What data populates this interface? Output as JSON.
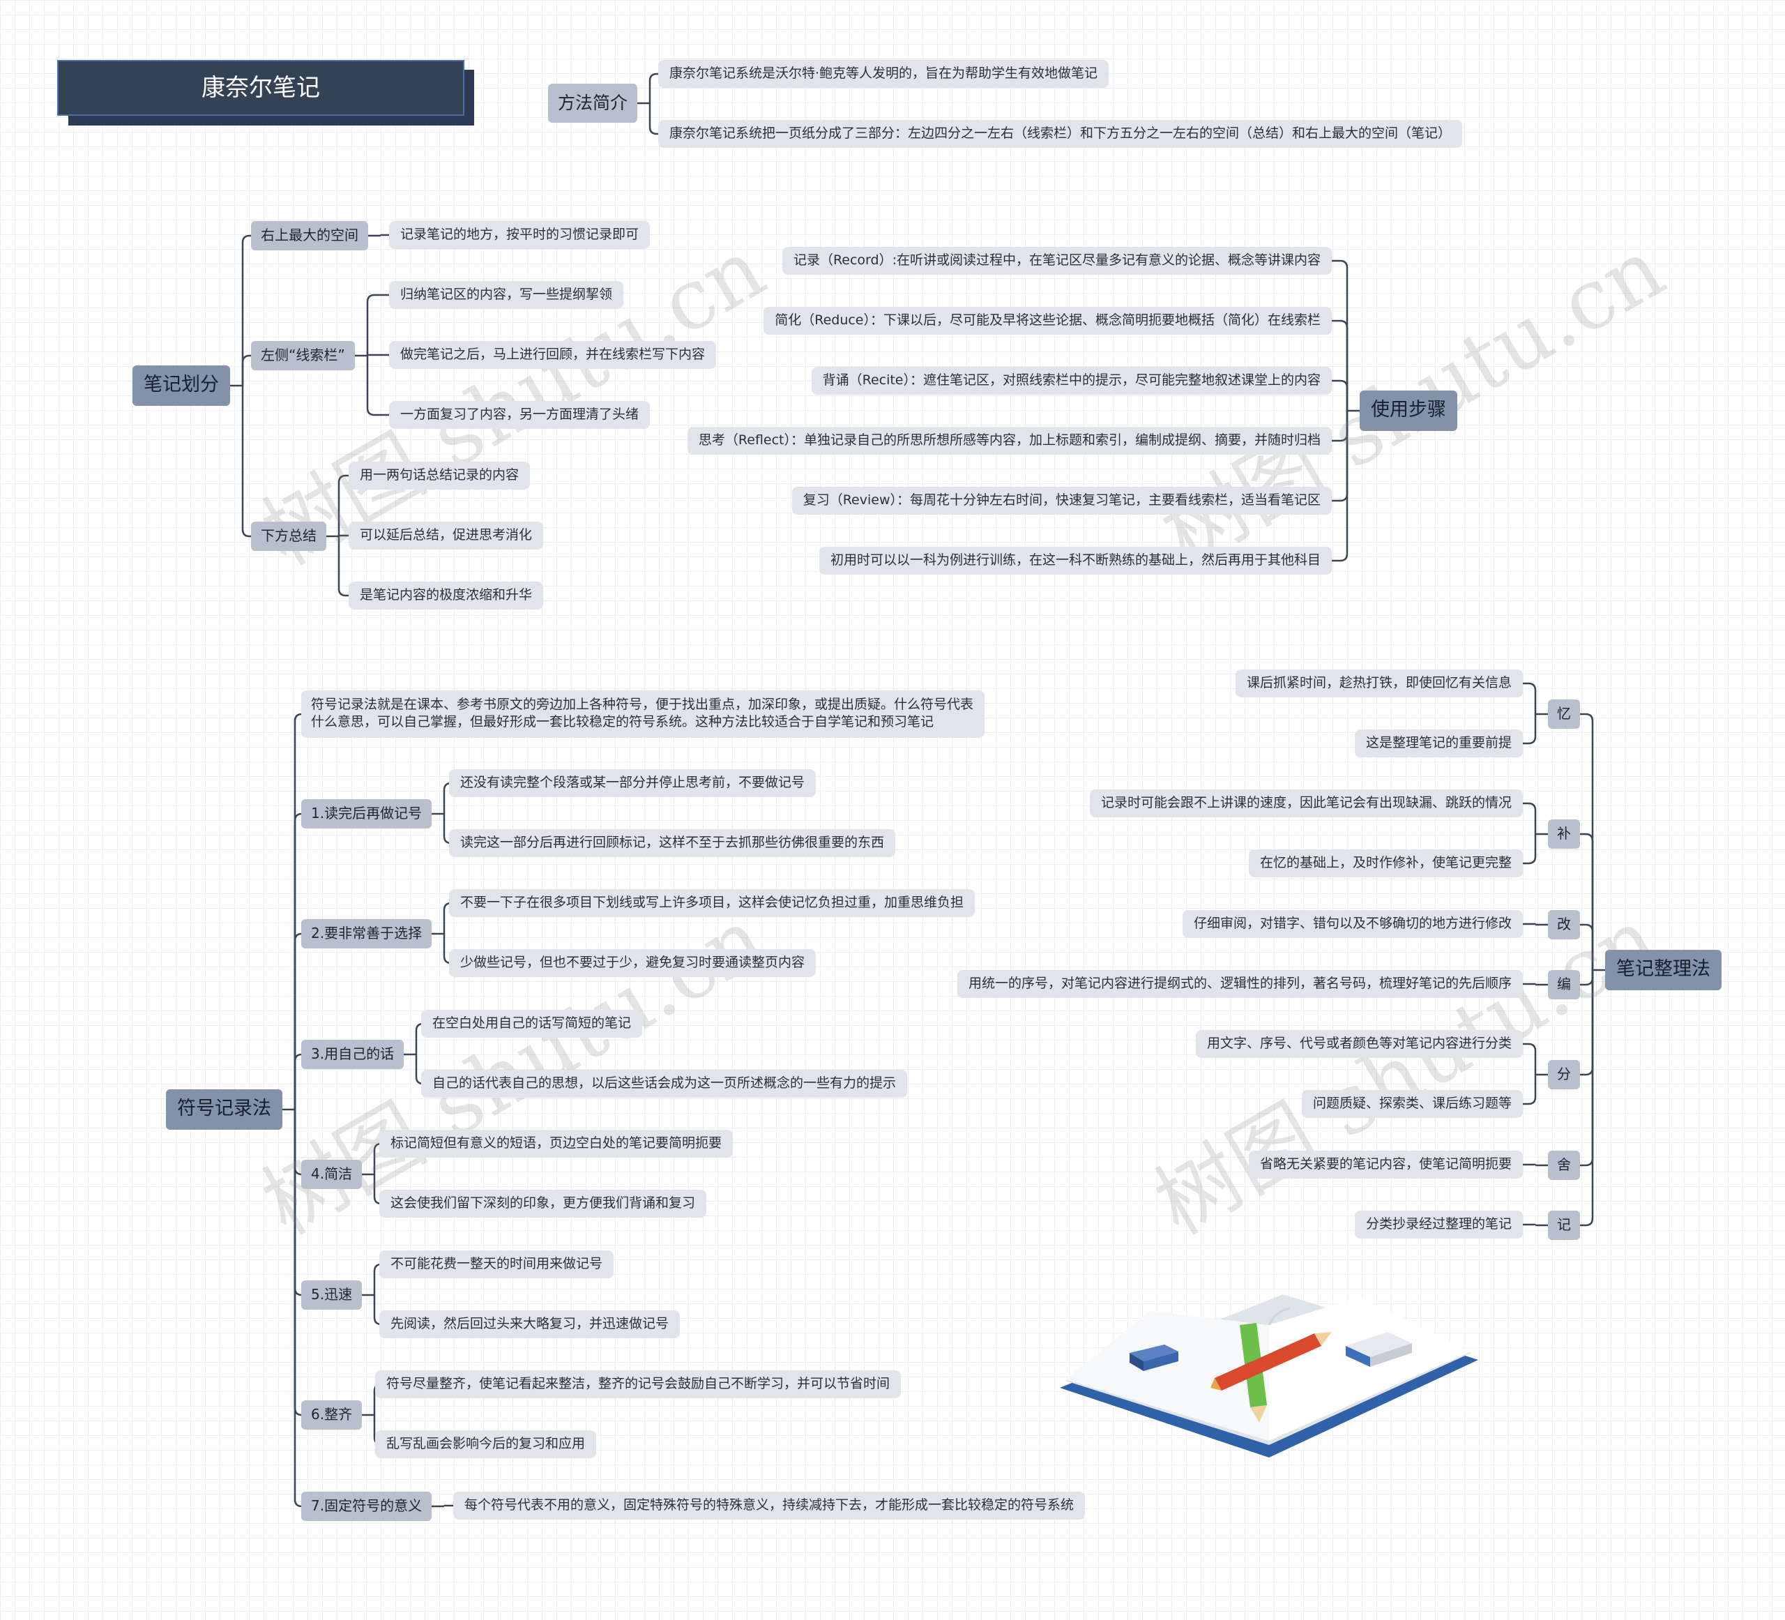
{
  "title": "康奈尔笔记",
  "watermark": "树图 shutu.cn",
  "intro": {
    "label": "方法简介",
    "items": [
      "康奈尔笔记系统是沃尔特·鲍克等人发明的，旨在为帮助学生有效地做笔记",
      "康奈尔笔记系统把一页纸分成了三部分：左边四分之一左右（线索栏）和下方五分之一左右的空间（总结）和右上最大的空间（笔记）"
    ]
  },
  "division": {
    "label": "笔记划分",
    "groups": [
      {
        "label": "右上最大的空间",
        "items": [
          "记录笔记的地方，按平时的习惯记录即可"
        ]
      },
      {
        "label": "左侧“线索栏”",
        "items": [
          "归纳笔记区的内容，写一些提纲挈领",
          "做完笔记之后，马上进行回顾，并在线索栏写下内容",
          "一方面复习了内容，另一方面理清了头绪"
        ]
      },
      {
        "label": "下方总结",
        "items": [
          "用一两句话总结记录的内容",
          "可以延后总结，促进思考消化",
          "是笔记内容的极度浓缩和升华"
        ]
      }
    ]
  },
  "steps": {
    "label": "使用步骤",
    "items": [
      "记录（Record）:在听讲或阅读过程中，在笔记区尽量多记有意义的论据、概念等讲课内容",
      "简化（Reduce）：下课以后，尽可能及早将这些论据、概念简明扼要地概括（简化）在线索栏",
      "背诵（Recite）：遮住笔记区，对照线索栏中的提示，尽可能完整地叙述课堂上的内容",
      "思考（Reflect）：单独记录自己的所思所想所感等内容，加上标题和索引，编制成提纲、摘要，并随时归档",
      "复习（Review）：每周花十分钟左右时间，快速复习笔记，主要看线索栏，适当看笔记区",
      "初用时可以以一科为例进行训练，在这一科不断熟练的基础上，然后再用于其他科目"
    ]
  },
  "symbol": {
    "label": "符号记录法",
    "intro": "符号记录法就是在课本、参考书原文的旁边加上各种符号，便于找出重点，加深印象，或提出质疑。什么符号代表什么意思，可以自己掌握，但最好形成一套比较稳定的符号系统。这种方法比较适合于自学笔记和预习笔记",
    "groups": [
      {
        "label": "1.读完后再做记号",
        "items": [
          "还没有读完整个段落或某一部分并停止思考前，不要做记号",
          "读完这一部分后再进行回顾标记，这样不至于去抓那些彷佛很重要的东西"
        ]
      },
      {
        "label": "2.要非常善于选择",
        "items": [
          "不要一下子在很多项目下划线或写上许多项目，这样会使记忆负担过重，加重思维负担",
          "少做些记号，但也不要过于少，避免复习时要通读整页内容"
        ]
      },
      {
        "label": "3.用自己的话",
        "items": [
          "在空白处用自己的话写简短的笔记",
          "自己的话代表自己的思想，以后这些话会成为这一页所述概念的一些有力的提示"
        ]
      },
      {
        "label": "4.简洁",
        "items": [
          "标记简短但有意义的短语，页边空白处的笔记要简明扼要",
          "这会使我们留下深刻的印象，更方便我们背诵和复习"
        ]
      },
      {
        "label": "5.迅速",
        "items": [
          "不可能花费一整天的时间用来做记号",
          "先阅读，然后回过头来大略复习，并迅速做记号"
        ]
      },
      {
        "label": "6.整齐",
        "items": [
          "符号尽量整齐，使笔记看起来整洁，整齐的记号会鼓励自己不断学习，并可以节省时间",
          "乱写乱画会影响今后的复习和应用"
        ]
      },
      {
        "label": "7.固定符号的意义",
        "items": [
          "每个符号代表不用的意义，固定特殊符号的特殊意义，持续减持下去，才能形成一套比较稳定的符号系统"
        ]
      }
    ]
  },
  "organize": {
    "label": "笔记整理法",
    "groups": [
      {
        "label": "忆",
        "items": [
          "课后抓紧时间，趁热打铁，即使回忆有关信息",
          "这是整理笔记的重要前提"
        ]
      },
      {
        "label": "补",
        "items": [
          "记录时可能会跟不上讲课的速度，因此笔记会有出现缺漏、跳跃的情况",
          "在忆的基础上，及时作修补，使笔记更完整"
        ]
      },
      {
        "label": "改",
        "items": [
          "仔细审阅，对错字、错句以及不够确切的地方进行修改"
        ]
      },
      {
        "label": "编",
        "items": [
          "用统一的序号，对笔记内容进行提纲式的、逻辑性的排列，著名号码，梳理好笔记的先后顺序"
        ]
      },
      {
        "label": "分",
        "items": [
          "用文字、序号、代号或者颜色等对笔记内容进行分类",
          "问题质疑、探索类、课后练习题等"
        ]
      },
      {
        "label": "舍",
        "items": [
          "省略无关紧要的笔记内容，使笔记简明扼要"
        ]
      },
      {
        "label": "记",
        "items": [
          "分类抄录经过整理的笔记"
        ]
      }
    ]
  }
}
